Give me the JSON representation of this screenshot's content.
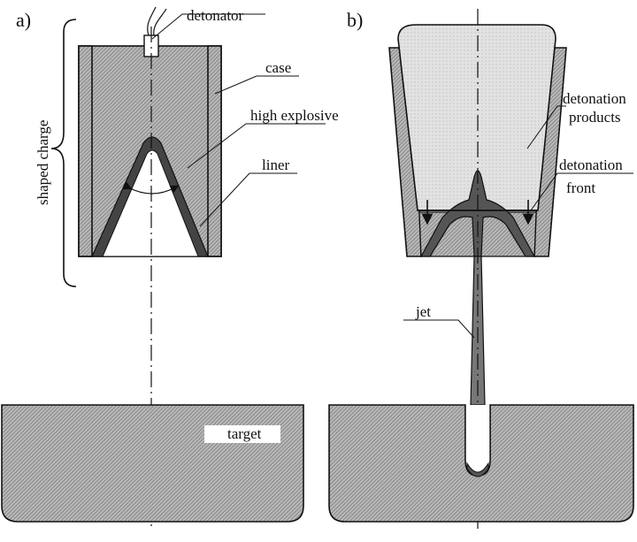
{
  "panels": {
    "a": {
      "label": "a)",
      "labels": {
        "detonator": "detonator",
        "case": "case",
        "high_explosive": "high explosive",
        "liner": "liner",
        "shaped_charge": "shaped charge",
        "target": "target"
      }
    },
    "b": {
      "label": "b)",
      "labels": {
        "detonation_products_1": "detonation",
        "detonation_products_2": "products",
        "detonation_front_1": "detonation",
        "detonation_front_2": "front",
        "jet": "jet"
      }
    }
  },
  "colors": {
    "hatch_fill": "#9a9a9a",
    "products_fill": "#dcdcdc",
    "outline": "#1a1a1a",
    "background": "#ffffff"
  }
}
